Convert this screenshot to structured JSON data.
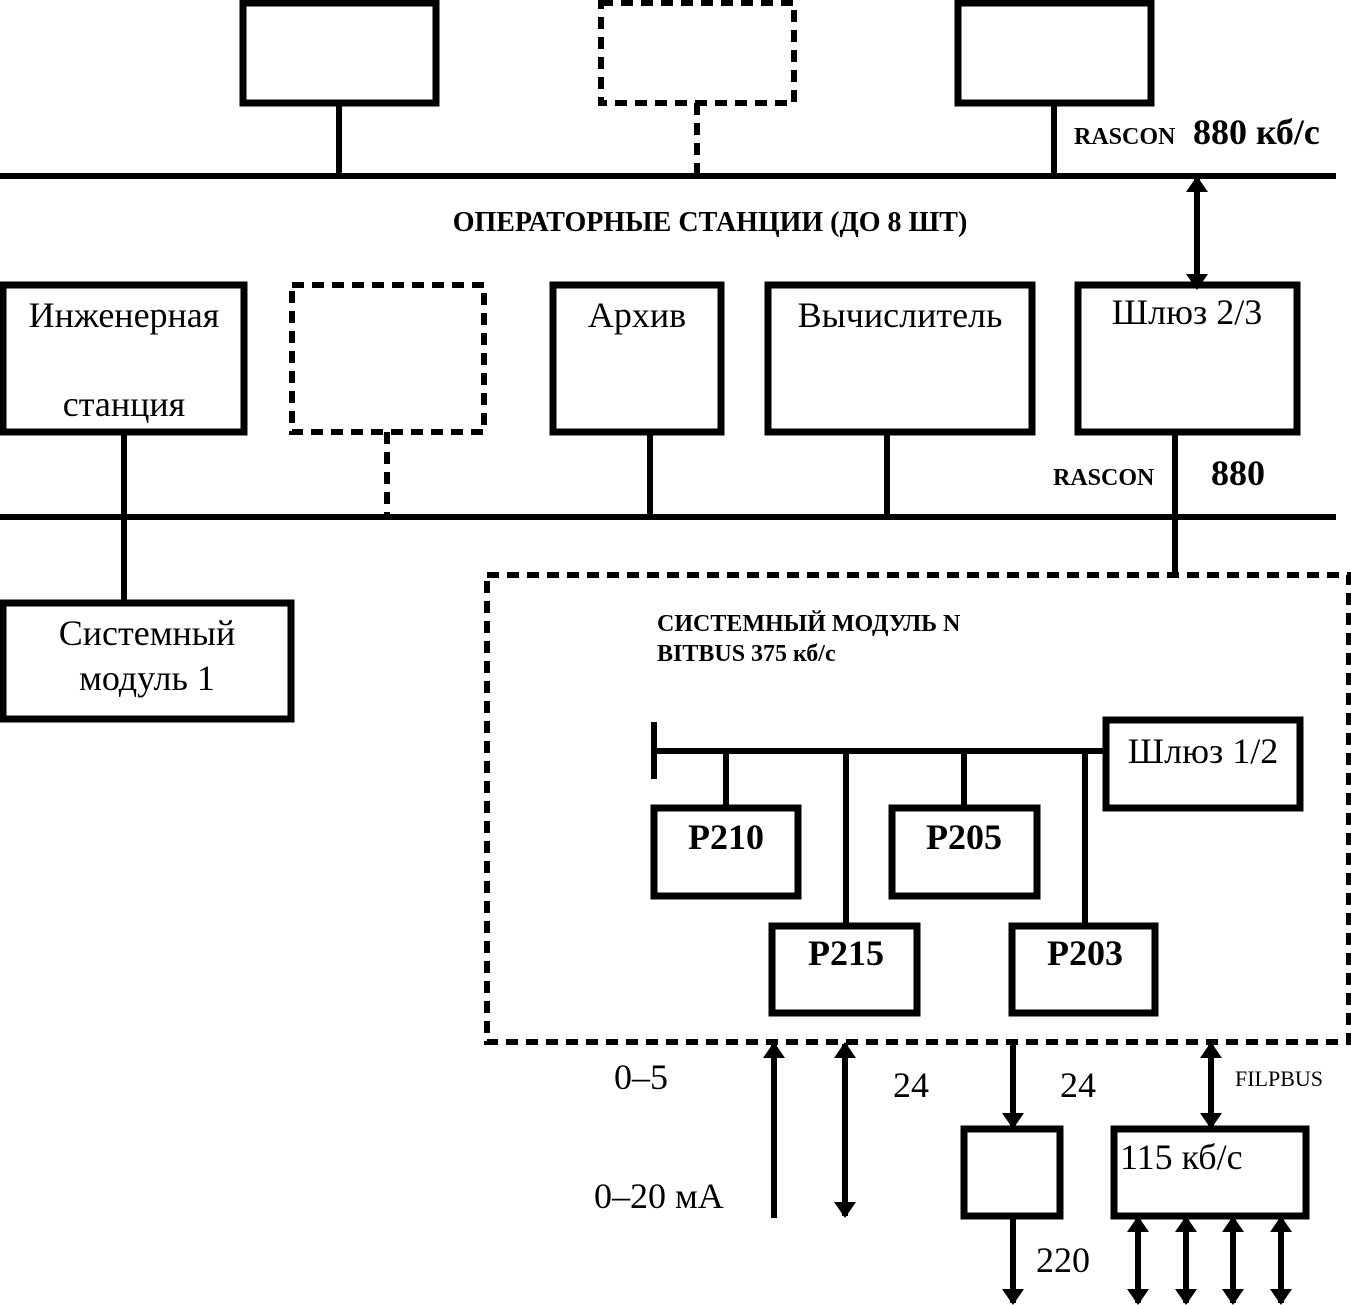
{
  "top_bus": {
    "label_protocol": "RASCON",
    "label_speed": "880  кб/с",
    "caption": "ОПЕРАТОРНЫЕ СТАНЦИИ (ДО 8 ШТ)"
  },
  "middle_bus": {
    "label_protocol": "RASCON",
    "label_speed": "880"
  },
  "stations": {
    "engineering_line1": "Инженерная",
    "engineering_line2": "станция",
    "archive": "Архив",
    "calculator": "Вычислитель",
    "gateway_23": "Шлюз 2/3"
  },
  "system_module_1": {
    "line1": "Системный",
    "line2": "модуль 1"
  },
  "system_module_n": {
    "title": "СИСТЕМНЫЙ  МОДУЛЬ  N",
    "bus": "BITBUS  375 кб/с",
    "gateway_12": "Шлюз 1/2",
    "p210": "P210",
    "p205": "P205",
    "p215": "P215",
    "p203": "P203"
  },
  "io": {
    "v0_5": "0–5",
    "ma0_20": "0–20 мА",
    "v24_left": "24",
    "v24_right": "24",
    "filpbus": "FILPBUS",
    "speed_115": "115 кб/с",
    "v220": "220"
  }
}
